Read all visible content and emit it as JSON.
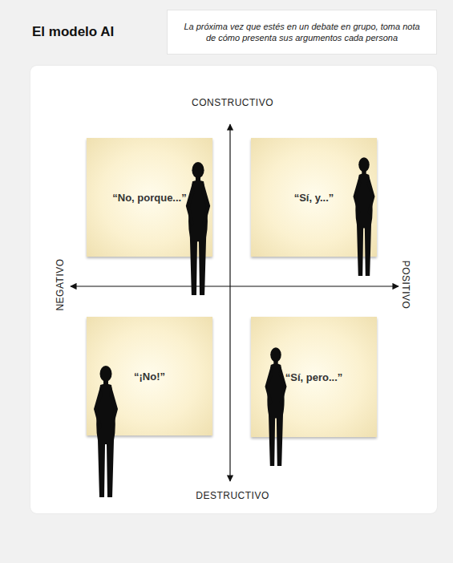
{
  "diagram": {
    "title": "El modelo AI",
    "nodes": [
      {
        "text": [
          "La próxima vez que estés en un debate en grupo, toma nota de cómo presenta sus argumentos cada persona"
        ]
      },
      {
        "text": [
          "“No, porque...”"
        ]
      },
      {
        "text": [
          "“Sí, y...”"
        ]
      },
      {
        "text": [
          "“¡No!”"
        ]
      },
      {
        "text": [
          "“Sí, pero...”"
        ]
      }
    ],
    "labels": [
      "CONSTRUCTIVO",
      "NEGATIVO",
      "POSITIVO",
      "DESTRUCTIVO"
    ]
  }
}
